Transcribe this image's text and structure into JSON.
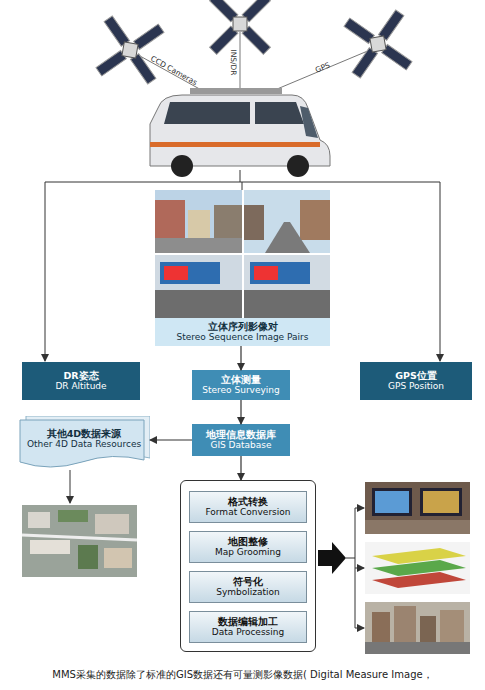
{
  "diagram": {
    "caption": "MMS采集的数据除了标准的GIS数据还有可量测影像数据( Digital Measure Image，",
    "nodes": [
      {
        "text": [
          "立体序列影像对",
          "Stereo Sequence Image Pairs"
        ]
      },
      {
        "text": [
          "DR姿态",
          "DR Altitude"
        ]
      },
      {
        "text": [
          "GPS位置",
          "GPS Position"
        ]
      },
      {
        "text": [
          "立体测量",
          "Stereo Surveying"
        ]
      },
      {
        "text": [
          "其他4D数据来源",
          "Other 4D Data Resources"
        ]
      },
      {
        "text": [
          "地理信息数据库",
          "GIS Database"
        ]
      },
      {
        "text": []
      },
      {
        "text": [
          "格式转换",
          "Format Conversion"
        ],
        "in": 6
      },
      {
        "text": [
          "地图整修",
          "Map Grooming"
        ],
        "in": 6
      },
      {
        "text": [
          "符号化",
          "Symbolization"
        ],
        "in": 6
      },
      {
        "text": [
          "数据编辑加工",
          "Data Processing"
        ],
        "in": 6
      }
    ],
    "edges": [
      {
        "from": 0,
        "to": 3,
        "arrow": "to"
      },
      {
        "from": 3,
        "to": 5,
        "arrow": "to"
      },
      {
        "from": 5,
        "to": 4,
        "arrow": "to"
      },
      {
        "from": 5,
        "to": 6,
        "arrow": "to"
      }
    ],
    "labels": [
      "CCD Cameras",
      "INS/DR",
      "GPS"
    ]
  }
}
